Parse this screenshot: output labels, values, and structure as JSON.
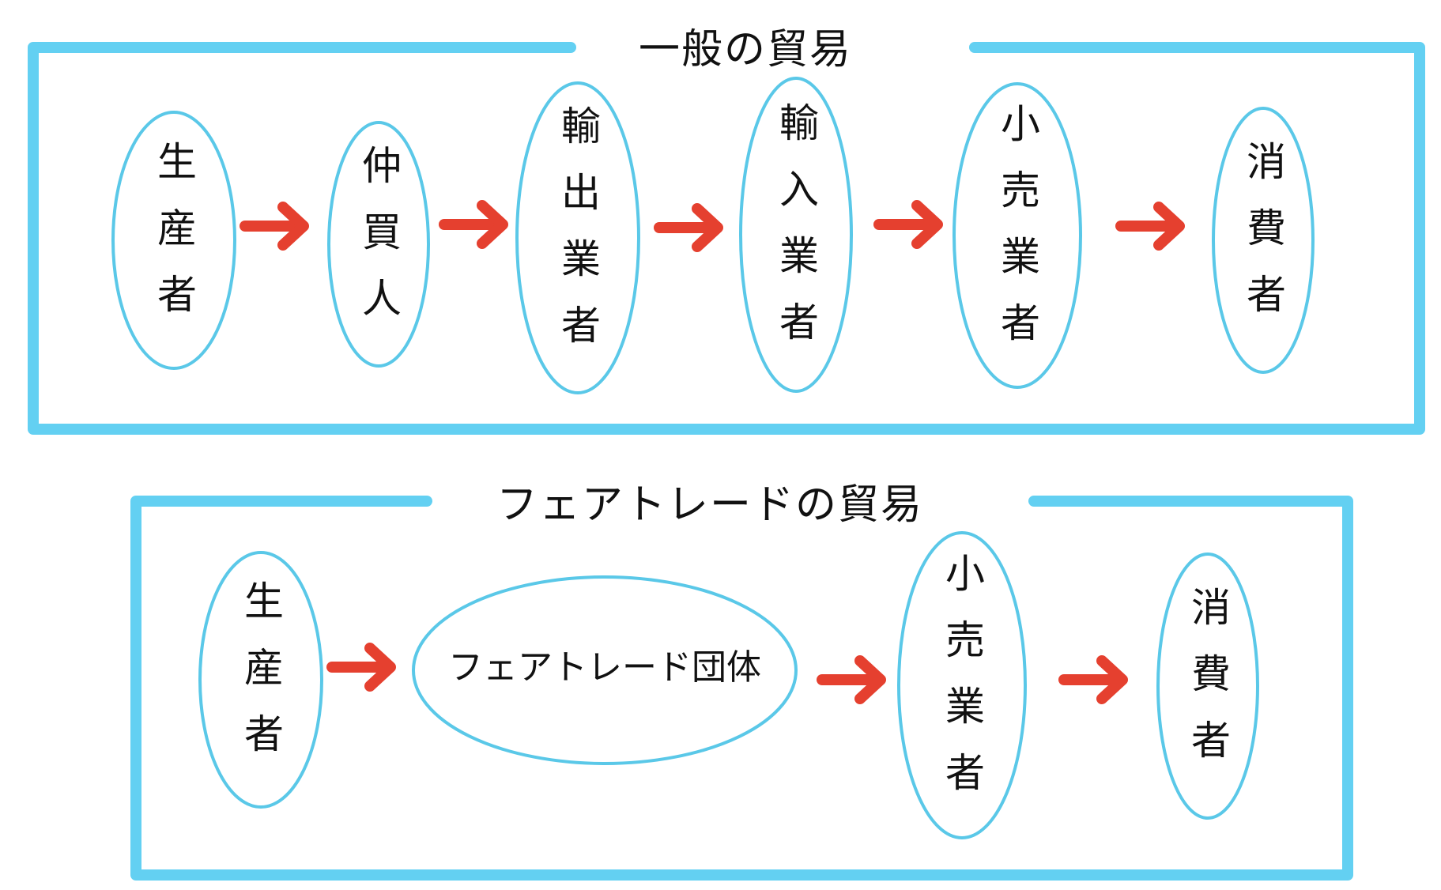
{
  "colors": {
    "frame": "#63d0f2",
    "ellipse_stroke": "#5ac8e8",
    "arrow": "#e5402f",
    "text": "#111111"
  },
  "general_trade": {
    "title": "一般の貿易",
    "nodes": [
      {
        "label": "生産者"
      },
      {
        "label": "仲買人"
      },
      {
        "label": "輸出業者"
      },
      {
        "label": "輸入業者"
      },
      {
        "label": "小売業者"
      },
      {
        "label": "消費者"
      }
    ]
  },
  "fair_trade": {
    "title": "フェアトレードの貿易",
    "nodes": [
      {
        "label": "生産者"
      },
      {
        "label": "フェアトレード団体"
      },
      {
        "label": "小売業者"
      },
      {
        "label": "消費者"
      }
    ]
  }
}
